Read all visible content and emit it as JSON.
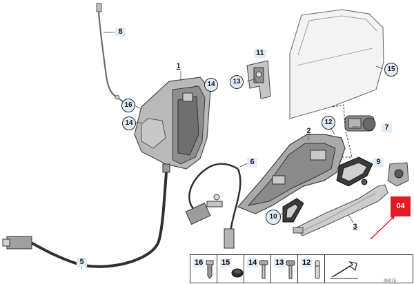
{
  "callouts": {
    "c1": "1",
    "c2": "2",
    "c3": "3",
    "c5": "5",
    "c6": "6",
    "c7": "7",
    "c8": "8",
    "c9": "9",
    "c10": "10",
    "c11": "11",
    "c12": "12",
    "c13": "13",
    "c14a": "14",
    "c14b": "14",
    "c15": "15",
    "c16": "16"
  },
  "badge": {
    "text": "04",
    "color": "#e21a23"
  },
  "legend": {
    "items": [
      {
        "num": "16",
        "icon": "clip-icon"
      },
      {
        "num": "15",
        "icon": "grommet-icon"
      },
      {
        "num": "14",
        "icon": "torx-screw-icon"
      },
      {
        "num": "13",
        "icon": "torx-bolt-icon"
      },
      {
        "num": "12",
        "icon": "pin-icon"
      }
    ],
    "last_icon": "arrow-icon"
  },
  "diagram_code": "00075"
}
